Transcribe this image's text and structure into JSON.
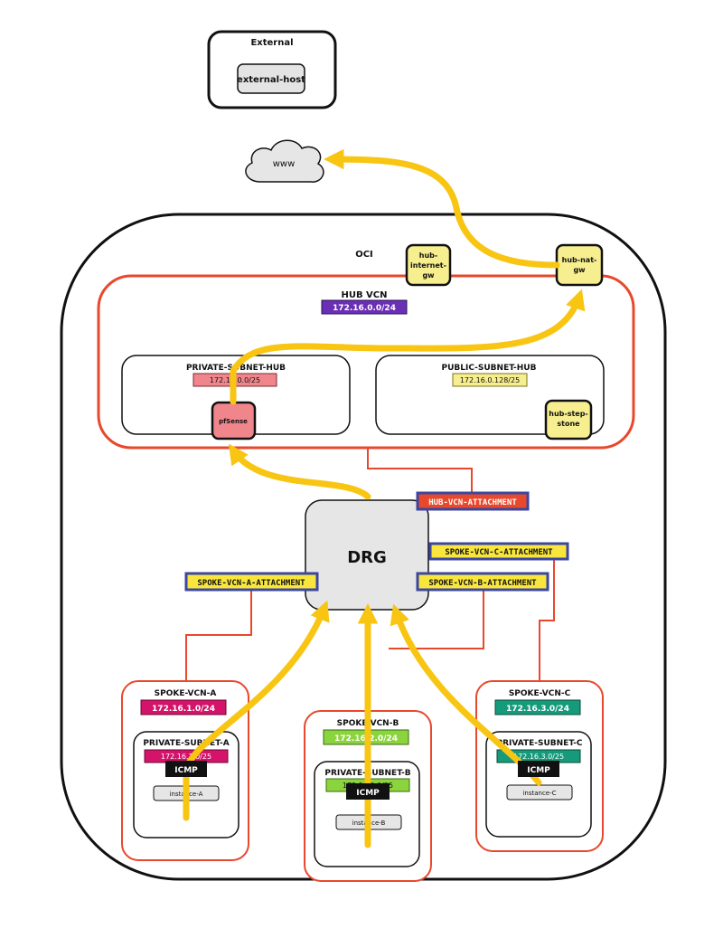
{
  "external": {
    "title": "External",
    "host": "external-host"
  },
  "internet": {
    "label": "www"
  },
  "oci": {
    "title": "OCI"
  },
  "hub": {
    "title": "HUB VCN",
    "cidr": "172.16.0.0/24",
    "internet_gw": [
      "hub-",
      "internet-",
      "gw"
    ],
    "nat_gw": [
      "hub-nat-",
      "gw"
    ],
    "private_subnet": {
      "title": "PRIVATE-SUBNET-HUB",
      "cidr": "172.16.0.0/25",
      "instance": "pfSense"
    },
    "public_subnet": {
      "title": "PUBLIC-SUBNET-HUB",
      "cidr": "172.16.0.128/25",
      "instance": [
        "hub-step-",
        "stone"
      ]
    }
  },
  "drg": {
    "label": "DRG",
    "attachments": {
      "hub": "HUB-VCN-ATTACHMENT",
      "spoke_a": "SPOKE-VCN-A-ATTACHMENT",
      "spoke_b": "SPOKE-VCN-B-ATTACHMENT",
      "spoke_c": "SPOKE-VCN-C-ATTACHMENT"
    }
  },
  "spokes": {
    "a": {
      "title": "SPOKE-VCN-A",
      "cidr": "172.16.1.0/24",
      "subnet_title": "PRIVATE-SUBNET-A",
      "subnet_cidr": "172.16.1.0/25",
      "instance": "instance-A",
      "flow_label": "ICMP"
    },
    "b": {
      "title": "SPOKE-VCN-B",
      "cidr": "172.16.2.0/24",
      "subnet_title": "PRIVATE-SUBNET-B",
      "subnet_cidr": "172.16.2.0/25",
      "instance": "instance-B",
      "flow_label": "ICMP"
    },
    "c": {
      "title": "SPOKE-VCN-C",
      "cidr": "172.16.3.0/24",
      "subnet_title": "PRIVATE-SUBNET-C",
      "subnet_cidr": "172.16.3.0/25",
      "instance": "instance-C",
      "flow_label": "ICMP"
    }
  },
  "colors": {
    "border_red": "#e8482c",
    "hub_purple": "#6a2fb4",
    "pfsense_pink": "#f0868c",
    "gw_yellow": "#f7ee90",
    "public_cidr_yellow": "#f7ee90",
    "spoke_a_magenta": "#d4136a",
    "spoke_b_green": "#8cd43e",
    "spoke_c_teal": "#159b7b",
    "flow_yellow": "#f8c513",
    "attachment_fill": "#f9e63d",
    "attachment_border": "#3c47a0",
    "hub_attachment_fill": "#e8482c"
  }
}
